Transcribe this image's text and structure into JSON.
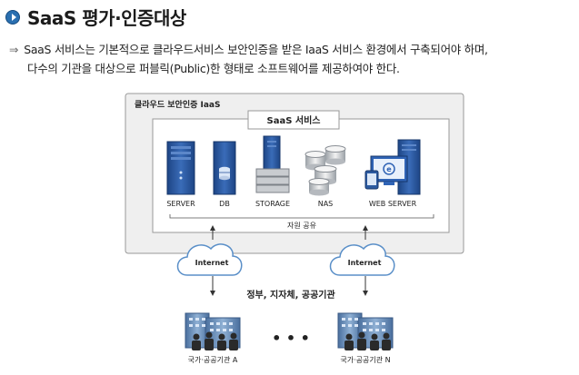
{
  "header": {
    "bullet_icon": "circle-arrow-icon",
    "title": "SaaS 평가·인증대상"
  },
  "description": {
    "arrow_icon": "implies-arrow-icon",
    "line1": "SaaS 서비스는 기본적으로 클라우드서비스 보안인증을 받은 IaaS 서비스 환경에서 구축되어야 하며,",
    "line2": "다수의 기관을 대상으로 퍼블릭(Public)한 형태로 소프트웨어를 제공하여야 한다."
  },
  "diagram": {
    "outer_label": "클라우드 보안인증 IaaS",
    "inner_label": "SaaS 서비스",
    "servers": [
      {
        "icon": "server-tower-icon",
        "label": "SERVER"
      },
      {
        "icon": "database-tower-icon",
        "label": "DB"
      },
      {
        "icon": "storage-icon",
        "label": "STORAGE"
      },
      {
        "icon": "nas-icon",
        "label": "NAS"
      },
      {
        "icon": "web-server-icon",
        "label": "WEB SERVER"
      }
    ],
    "shared_label": "자원 공유",
    "clouds": [
      {
        "icon": "cloud-icon",
        "label": "Internet"
      },
      {
        "icon": "cloud-icon",
        "label": "Internet"
      }
    ],
    "org_label": "정부, 지자체, 공공기관",
    "ellipsis": "• • •",
    "orgs": [
      {
        "icon": "office-building-people-icon",
        "label": "국가·공공기관 A"
      },
      {
        "icon": "office-building-people-icon",
        "label": "국가·공공기관 N"
      }
    ],
    "colors": {
      "outer_bg": "#efefef",
      "outer_border": "#9a9a9a",
      "server_blue": "#2c5aa0",
      "cloud_fill": "#ffffff"
    }
  }
}
